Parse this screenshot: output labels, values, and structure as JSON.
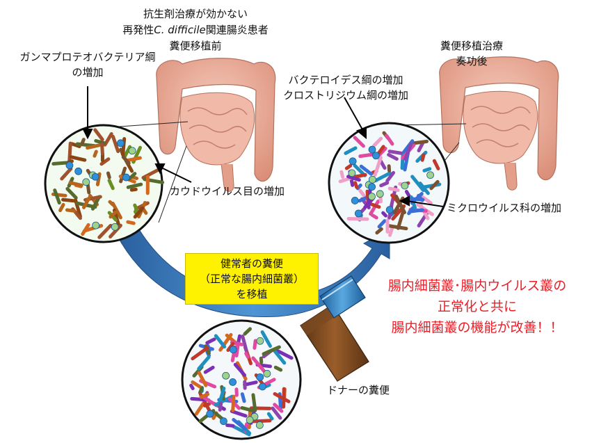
{
  "header_before": {
    "line1": "抗生剤治療が効かない",
    "line2_prefix": "再発性",
    "line2_italic": "C. difficile",
    "line2_suffix": "関連腸炎患者",
    "line3": "糞便移植前"
  },
  "header_after": {
    "line1": "糞便移植治療",
    "line2": "奏功後"
  },
  "labels": {
    "gamma_line1": "ガンマプロテオバクテリア綱",
    "gamma_line2": "の増加",
    "caudo": "カウドウイルス目の増加",
    "bacteroid_line1": "バクテロイデス綱の増加",
    "bacteroid_line2": "クロストリジウム綱の増加",
    "micro": "ミクロウイルス科の増加",
    "donor": "ドナーの糞便"
  },
  "transplant_box": {
    "line1": "健常者の糞便",
    "line2": "（正常な腸内細菌叢）",
    "line3": "を移植"
  },
  "result": {
    "line1": "腸内細菌叢･腸内ウイルス叢の",
    "line2": "正常化と共に",
    "line3": "腸内細菌叢の機能が改善！！"
  },
  "colors": {
    "result_text": "#ee1c25",
    "box_fill": "#fff200",
    "arrow_blue": "#3a7fc1",
    "intestine": "#e8a08c"
  }
}
